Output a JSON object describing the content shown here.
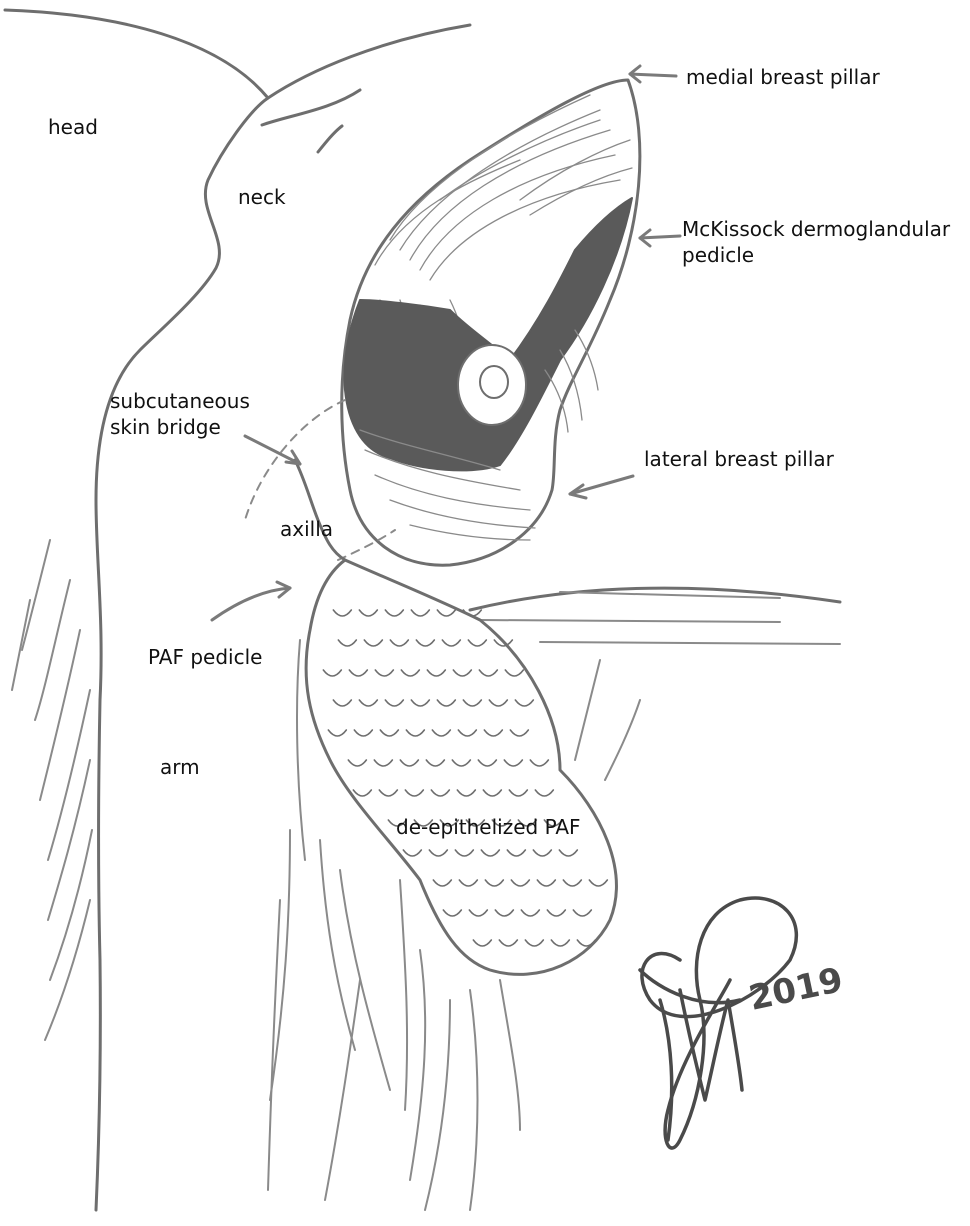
{
  "labels": {
    "head": "head",
    "neck": "neck",
    "medial_breast_pillar": "medial breast pillar",
    "mckissock_pedicle": {
      "line1": "McKissock dermoglandular",
      "line2": "pedicle"
    },
    "subcutaneous_skin_bridge": {
      "line1": "subcutaneous",
      "line2": "skin bridge"
    },
    "lateral_breast_pillar": "lateral breast pillar",
    "axilla": "axilla",
    "paf_pedicle": "PAF pedicle",
    "arm": "arm",
    "de_epithelized_paf": "de-epithelized PAF"
  },
  "signature": {
    "year": "2019"
  },
  "colors": {
    "pencil_line": "#6e6e6e",
    "hatch": "#8a8a8a",
    "pedicle_fill": "#5a5a5a",
    "arrow": "#7a7a7a",
    "signature_ink": "#4a4a4a"
  }
}
